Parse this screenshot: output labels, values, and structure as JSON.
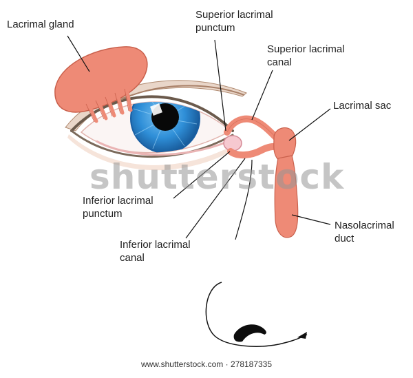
{
  "labels": {
    "lacrimal_gland": "Lacrimal gland",
    "superior_punctum_1": "Superior lacrimal",
    "superior_punctum_2": "punctum",
    "superior_canal_1": "Superior lacrimal",
    "superior_canal_2": "canal",
    "lacrimal_sac": "Lacrimal sac",
    "inferior_punctum_1": "Inferior lacrimal",
    "inferior_punctum_2": "punctum",
    "inferior_canal_1": "Inferior lacrimal",
    "inferior_canal_2": "canal",
    "nasolacrimal_duct_1": "Nasolacrimal",
    "nasolacrimal_duct_2": "duct"
  },
  "watermark": "shutterstock",
  "footer": "www.shutterstock.com · 278187335",
  "colors": {
    "gland": "#ee8a76",
    "gland_stroke": "#c9604c",
    "iris": "#2f8fd8",
    "iris_dark": "#1a5fa3",
    "pupil": "#0a0a0a",
    "sclera": "#f9f2f2",
    "lid_line": "#c89a8a",
    "leader": "#111111"
  }
}
